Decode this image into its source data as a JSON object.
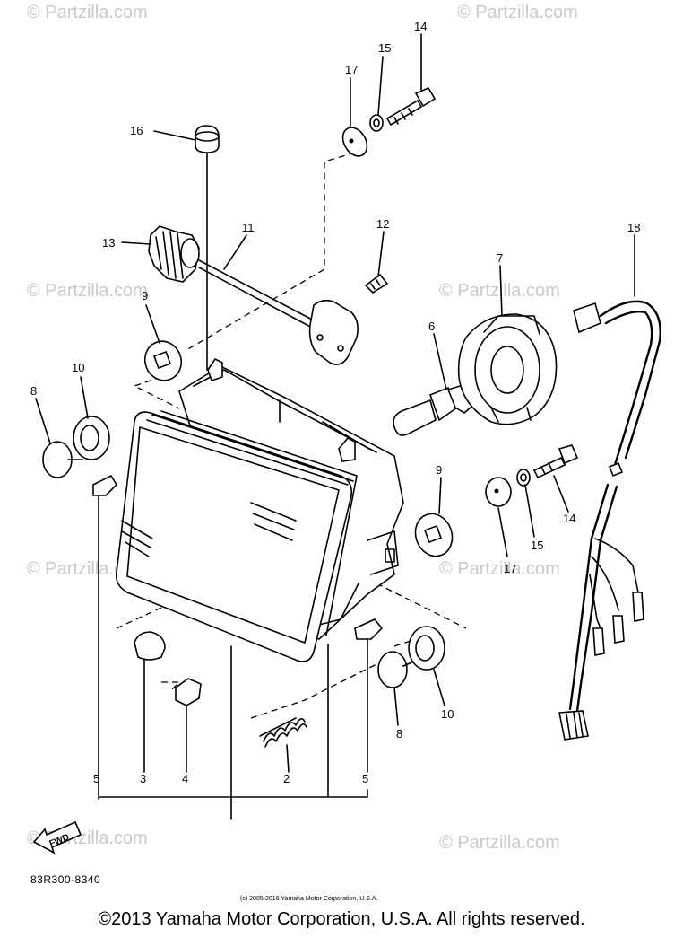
{
  "watermarks": [
    "© Partzilla.com",
    "© Partzilla.com",
    "© Partzilla.com",
    "© Partzilla.com",
    "© Partzilla.com",
    "© Partzilla.com",
    "© Partzilla.com",
    "© Partzilla.com"
  ],
  "callouts": {
    "c2": "2",
    "c3": "3",
    "c4": "4",
    "c5a": "5",
    "c5b": "5",
    "c6": "6",
    "c7": "7",
    "c8a": "8",
    "c8b": "8",
    "c9a": "9",
    "c9b": "9",
    "c10a": "10",
    "c10b": "10",
    "c11": "11",
    "c12": "12",
    "c13": "13",
    "c14a": "14",
    "c14b": "14",
    "c15a": "15",
    "c15b": "15",
    "c16": "16",
    "c17a": "17",
    "c17b": "17",
    "c18": "18"
  },
  "fwd_label": "FWD",
  "diagram_code": "83R300-8340",
  "small_copyright": "(c) 2005-2016 Yamaha Motor Corporation, U.S.A.",
  "copyright": "©2013 Yamaha Motor Corporation, U.S.A. All rights reserved."
}
